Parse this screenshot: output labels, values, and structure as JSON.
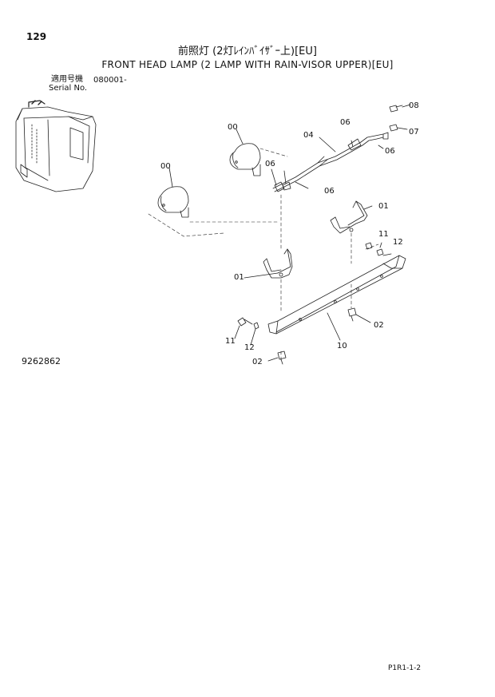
{
  "header": {
    "page_number": "129",
    "title_jp": "前照灯 (2灯ﾚｲﾝﾊﾞｲｻﾞｰ上)[EU]",
    "title_en": "FRONT HEAD LAMP (2 LAMP WITH RAIN-VISOR UPPER)[EU]",
    "serial_label_jp": "適用号機",
    "serial_label_en": "Serial No.",
    "serial_value": "080001-"
  },
  "callouts": {
    "c00a": "00",
    "c00b": "00",
    "c04": "04",
    "c06a": "06",
    "c06b": "06",
    "c06c": "06",
    "c06d": "06",
    "c08": "08",
    "c07": "07",
    "c01a": "01",
    "c01b": "01",
    "c11a": "11",
    "c12a": "12",
    "c11b": "11",
    "c12b": "12",
    "c02a": "02",
    "c02b": "02",
    "c10": "10"
  },
  "footer": {
    "drawing_number": "9262862",
    "page_code": "P1R1-1-2"
  }
}
